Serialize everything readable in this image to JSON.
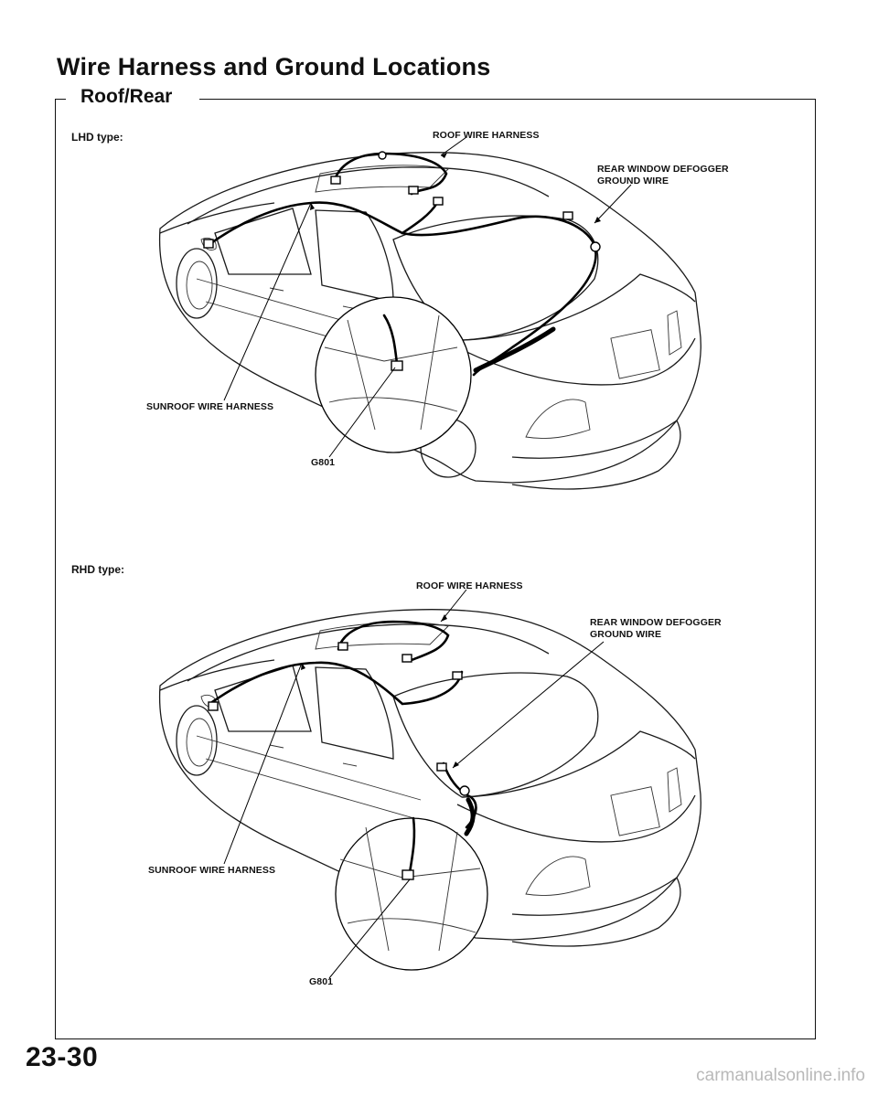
{
  "header": {
    "title": "Wire Harness and Ground Locations",
    "section": "Roof/Rear"
  },
  "lhd": {
    "type_label": "LHD type:",
    "roof_wire_harness": "ROOF WIRE HARNESS",
    "defogger_line1": "REAR WINDOW DEFOGGER",
    "defogger_line2": "GROUND WIRE",
    "sunroof_wire_harness": "SUNROOF WIRE HARNESS",
    "ground": "G801"
  },
  "rhd": {
    "type_label": "RHD type:",
    "roof_wire_harness": "ROOF WIRE HARNESS",
    "defogger_line1": "REAR WINDOW DEFOGGER",
    "defogger_line2": "GROUND WIRE",
    "sunroof_wire_harness": "SUNROOF WIRE HARNESS",
    "ground": "G801"
  },
  "footer": {
    "page_number": "23-30",
    "watermark": "carmanualsonline.info"
  }
}
